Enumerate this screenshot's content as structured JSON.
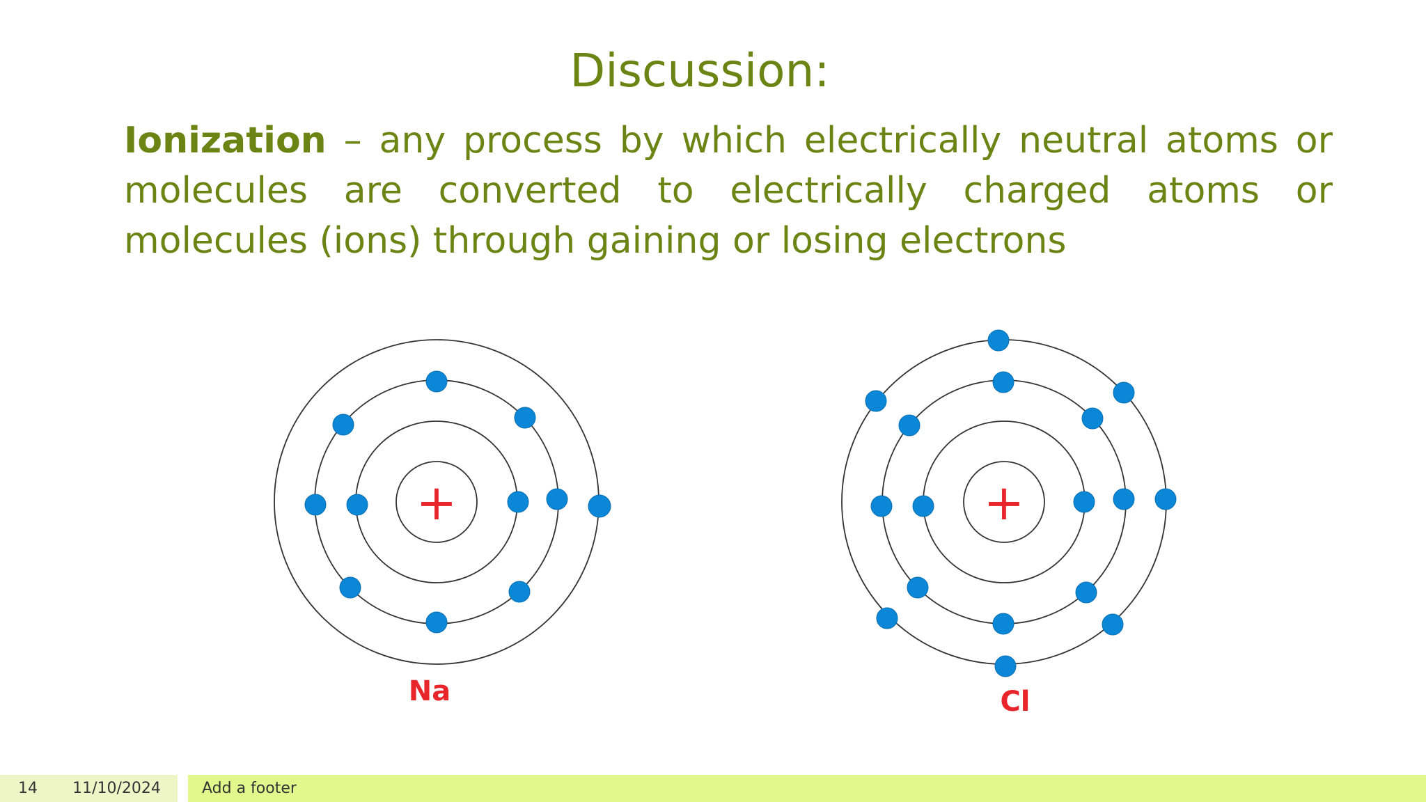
{
  "slide": {
    "title": "Discussion:",
    "definition": {
      "term": "Ionization",
      "text": " – any process by which electrically neutral atoms or molecules are converted to electrically charged atoms or molecules (ions) through gaining or losing electrons"
    }
  },
  "atoms": [
    {
      "symbol": "Na",
      "nucleus": "+",
      "shells": [
        2,
        8,
        1
      ]
    },
    {
      "symbol": "Cl",
      "nucleus": "+",
      "shells": [
        2,
        8,
        7
      ]
    }
  ],
  "colors": {
    "text": "#6b8414",
    "electron": "#0a87d6",
    "nucleus_sign": "#e8252b",
    "orbit": "#333333"
  },
  "footer": {
    "page_number": "14",
    "date": "11/10/2024",
    "text": "Add a footer"
  }
}
